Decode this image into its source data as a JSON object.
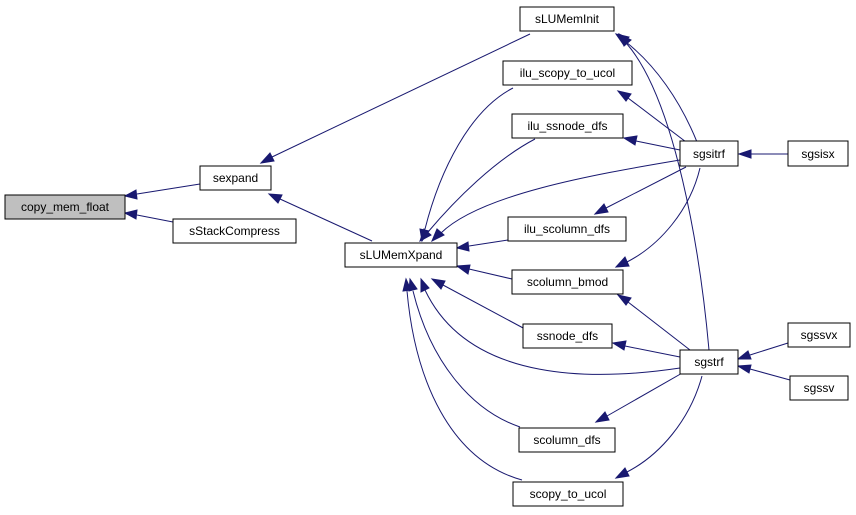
{
  "graph": {
    "nodes": {
      "copy_mem_float": "copy_mem_float",
      "sexpand": "sexpand",
      "sStackCompress": "sStackCompress",
      "sLUMemXpand": "sLUMemXpand",
      "sLUMemInit": "sLUMemInit",
      "ilu_scopy_to_ucol": "ilu_scopy_to_ucol",
      "ilu_ssnode_dfs": "ilu_ssnode_dfs",
      "ilu_scolumn_dfs": "ilu_scolumn_dfs",
      "scolumn_bmod": "scolumn_bmod",
      "ssnode_dfs": "ssnode_dfs",
      "scolumn_dfs": "scolumn_dfs",
      "scopy_to_ucol": "scopy_to_ucol",
      "sgsitrf": "sgsitrf",
      "sgstrf": "sgstrf",
      "sgsisx": "sgsisx",
      "sgssvx": "sgssvx",
      "sgssv": "sgssv"
    },
    "colors": {
      "edge": "#191970",
      "root_fill": "#bfbfbf",
      "node_fill": "#ffffff",
      "node_border": "#000000"
    }
  }
}
